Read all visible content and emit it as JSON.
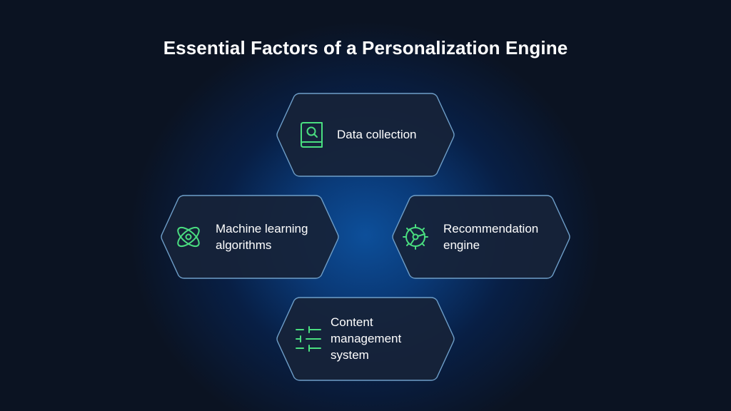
{
  "title": "Essential Factors of a Personalization Engine",
  "colors": {
    "accent": "#4ade80",
    "hex_border": "#6f9fc9",
    "hex_fill": "#172338",
    "background_glow": "#0d4f9a",
    "background_edge": "#0b1322"
  },
  "factors": [
    {
      "label": "Data collection",
      "icon": "book-search-icon"
    },
    {
      "label": "Machine learning\nalgorithms",
      "icon": "atom-icon"
    },
    {
      "label": "Recommendation\nengine",
      "icon": "gear-settings-icon"
    },
    {
      "label": "Content\nmanagement\nsystem",
      "icon": "sliders-icon"
    }
  ]
}
